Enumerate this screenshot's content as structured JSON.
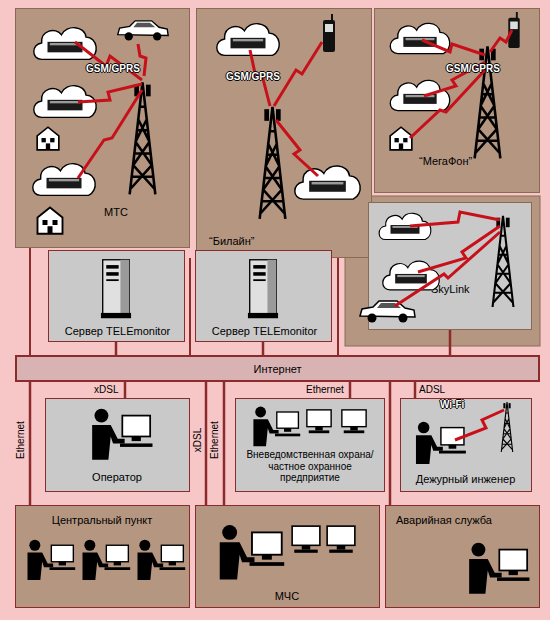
{
  "diagram": {
    "nodes": [
      {
        "text": [
          "МТС"
        ]
      },
      {
        "text": [
          "“Билайн”"
        ]
      },
      {
        "text": [
          "“МегаФон”"
        ]
      },
      {
        "text": [
          "Сервер TELEmonitor"
        ]
      },
      {
        "text": [
          "Сервер TELEmonitor"
        ]
      },
      {
        "text": [
          "SkyLink"
        ]
      },
      {
        "text": [
          "Интернет"
        ]
      },
      {
        "text": [
          "Оператор"
        ]
      },
      {
        "text": [
          "Вневедомственная охрана/частное охранное предприятие"
        ]
      },
      {
        "text": [
          "Дежурный инженер"
        ]
      },
      {
        "text": [
          "Центральный пункт"
        ]
      },
      {
        "text": [
          "МЧС"
        ]
      },
      {
        "text": [
          "Аварийная служба"
        ]
      }
    ],
    "edges": [
      {
        "from": 3,
        "to": 6,
        "arrow": "none"
      },
      {
        "from": 4,
        "to": 6,
        "arrow": "none"
      },
      {
        "from": 5,
        "to": 6,
        "arrow": "none"
      },
      {
        "from": 6,
        "to": 7,
        "label": "xDSL",
        "arrow": "none"
      },
      {
        "from": 6,
        "to": 8,
        "label": "Ethernet",
        "arrow": "none"
      },
      {
        "from": 6,
        "to": 9,
        "label": "ADSL",
        "arrow": "none"
      },
      {
        "from": 6,
        "to": 10,
        "label": "Ethernet",
        "arrow": "none"
      },
      {
        "from": 6,
        "to": 11,
        "label": "xDSL",
        "arrow": "none"
      },
      {
        "from": 6,
        "to": 11,
        "label": "Ethernet",
        "arrow": "none"
      },
      {
        "from": 6,
        "to": 12,
        "arrow": "none"
      }
    ],
    "labels": [
      "GSM/GPRS",
      "GSM/GPRS",
      "GSM/GPRS",
      "Wi-Fi"
    ]
  }
}
